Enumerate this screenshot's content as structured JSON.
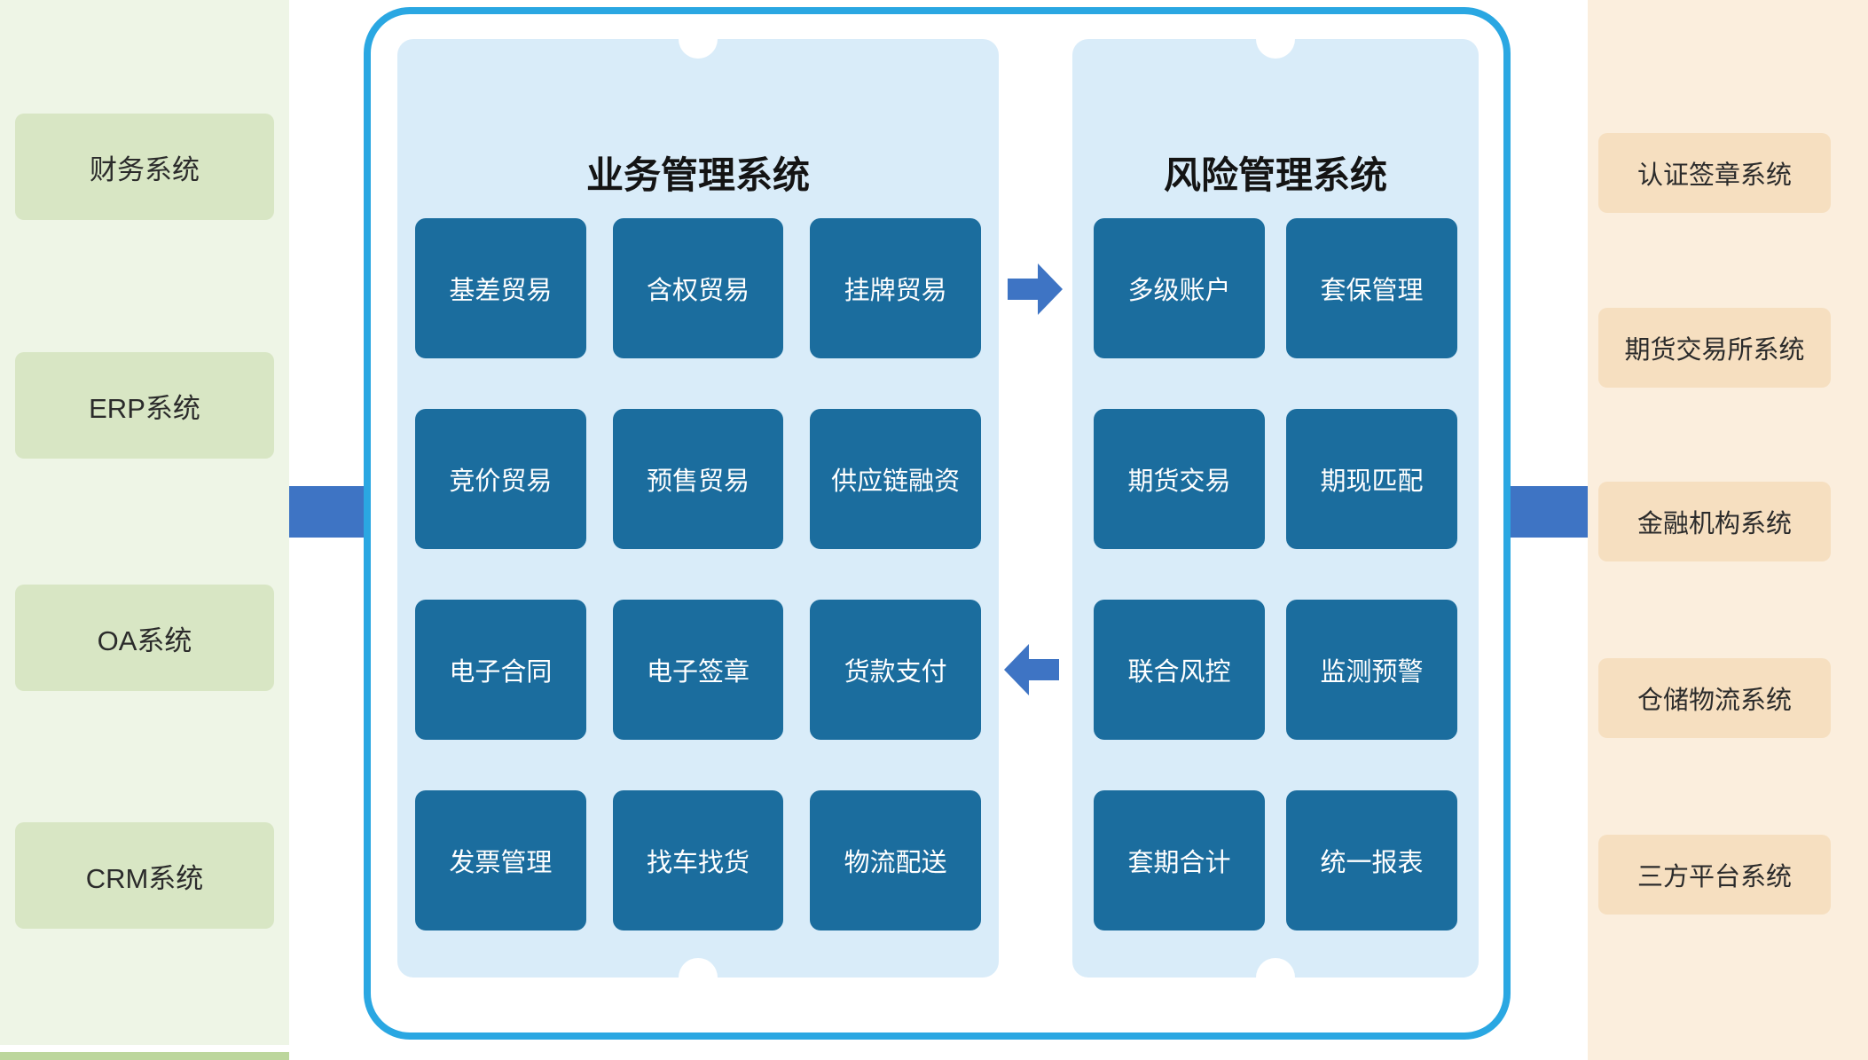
{
  "left_column": {
    "items": [
      {
        "label": "财务系统"
      },
      {
        "label": "ERP系统"
      },
      {
        "label": "OA系统"
      },
      {
        "label": "CRM系统"
      }
    ]
  },
  "center": {
    "business_panel": {
      "title": "业务管理系统",
      "boxes": [
        "基差贸易",
        "含权贸易",
        "挂牌贸易",
        "竞价贸易",
        "预售贸易",
        "供应链融资",
        "电子合同",
        "电子签章",
        "货款支付",
        "发票管理",
        "找车找货",
        "物流配送"
      ]
    },
    "risk_panel": {
      "title": "风险管理系统",
      "boxes": [
        "多级账户",
        "套保管理",
        "期货交易",
        "期现匹配",
        "联合风控",
        "监测预警",
        "套期合计",
        "统一报表"
      ]
    }
  },
  "right_column": {
    "items": [
      {
        "label": "认证签章系统"
      },
      {
        "label": "期货交易所系统"
      },
      {
        "label": "金融机构系统"
      },
      {
        "label": "仓储物流系统"
      },
      {
        "label": "三方平台系统"
      }
    ]
  },
  "colors": {
    "container_border": "#2aa7e2",
    "panel_bg": "#d9ecf9",
    "module_box": "#1b6d9e",
    "arrow": "#3e74c4",
    "left_column_bg": "#eef5e6",
    "left_pill": "#d8e6c4",
    "right_column_bg": "#fbeedd",
    "right_pill": "#f6dfc0"
  }
}
